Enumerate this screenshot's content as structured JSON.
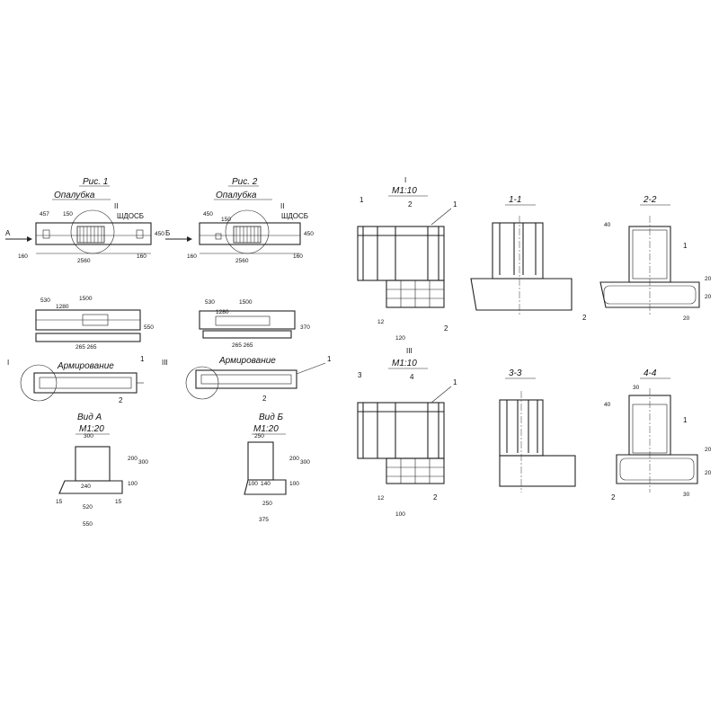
{
  "fig1": {
    "caption": "Рис. 1",
    "formwork": "Опалубка",
    "mark": "II",
    "steel": "ШДОСБ",
    "dims": {
      "d457": "457",
      "d150": "150",
      "d450": "450",
      "d2560": "2560",
      "d160a": "160",
      "d160b": "160",
      "view": "А"
    },
    "plan": {
      "d530": "530",
      "d1500": "1500",
      "d1280": "1280",
      "d550": "550",
      "d265": "265 265"
    },
    "reinf": {
      "title": "Армирование",
      "mark": "I",
      "p1": "1",
      "p2": "2"
    },
    "viewA": {
      "title": "Вид А",
      "scale": "М1:20",
      "d300": "300",
      "d240": "240",
      "d520": "520",
      "d15a": "15",
      "d15b": "15",
      "d550": "550",
      "d200": "200",
      "d300v": "300",
      "d100": "100"
    }
  },
  "fig2": {
    "caption": "Рис. 2",
    "formwork": "Опалубка",
    "mark": "II",
    "steel": "ШДОСБ",
    "dims": {
      "d450": "450",
      "d150": "150",
      "d450v": "450",
      "d2560": "2560",
      "d160a": "160",
      "d160b": "160",
      "view": "Б"
    },
    "plan": {
      "d530": "530",
      "d1500": "1500",
      "d1280": "1280",
      "d370": "370",
      "d265": "265 265"
    },
    "reinf": {
      "title": "Армирование",
      "mark": "III",
      "p1": "1",
      "p2": "2"
    },
    "viewB": {
      "title": "Вид Б",
      "scale": "М1:20",
      "d250": "250",
      "d100": "100",
      "d140": "140",
      "d250b": "250",
      "d375": "375",
      "d200": "200",
      "d300": "300",
      "d100v": "100"
    }
  },
  "detailI": {
    "title": "I",
    "scale": "М1:10",
    "cut1": "1",
    "cut2": "2",
    "p1": "1",
    "p2": "2",
    "d12": "12",
    "d120": "120"
  },
  "detailIII": {
    "title": "III",
    "scale": "М1:10",
    "cut3": "3",
    "cut4": "4",
    "p1": "1",
    "p2": "2",
    "d12": "12",
    "d100": "100"
  },
  "sec11": {
    "title": "1-1"
  },
  "sec22": {
    "title": "2-2",
    "d40": "40",
    "d20a": "20",
    "d20b": "20",
    "d20c": "20",
    "p1": "1",
    "p2": "2"
  },
  "sec33": {
    "title": "3-3"
  },
  "sec44": {
    "title": "4-4",
    "d30a": "30",
    "d40": "40",
    "d20a": "20",
    "d20b": "20",
    "d30b": "30",
    "p1": "1",
    "p2": "2"
  }
}
